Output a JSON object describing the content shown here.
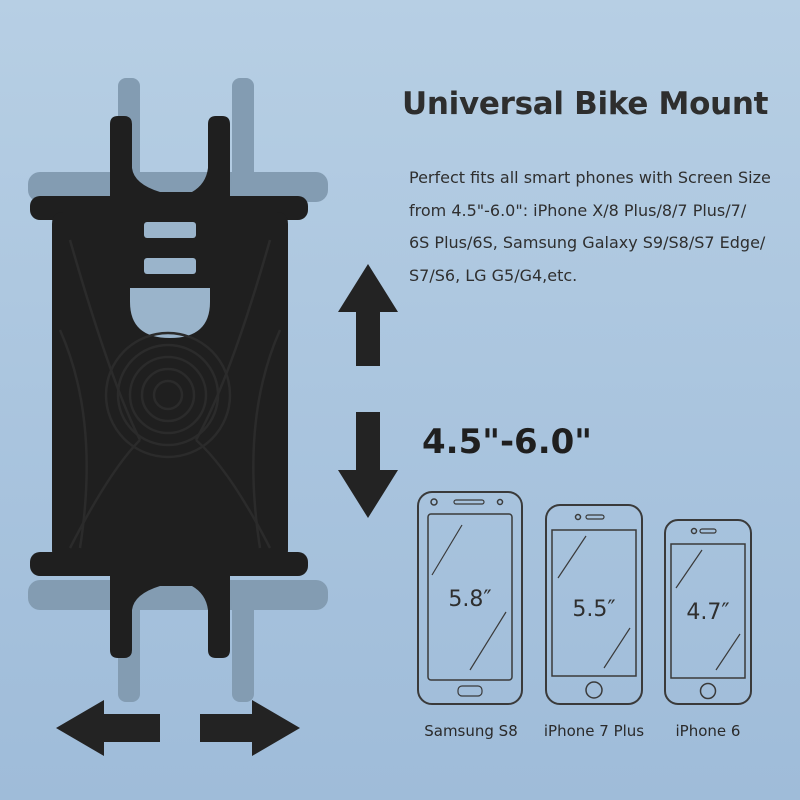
{
  "title": "Universal Bike Mount",
  "description_lines": [
    "Perfect fits all smart phones with Screen Size",
    "from 4.5\"-6.0\": iPhone X/8 Plus/8/7 Plus/7/",
    "6S Plus/6S, Samsung Galaxy S9/S8/S7 Edge/",
    "S7/S6, LG G5/G4,etc."
  ],
  "size_range": "4.5\"-6.0\"",
  "phones": [
    {
      "model": "Samsung S8",
      "screen_size": "5.8″",
      "icon": "android-phone-icon"
    },
    {
      "model": "iPhone 7 Plus",
      "screen_size": "5.5″",
      "icon": "iphone-icon"
    },
    {
      "model": "iPhone 6",
      "screen_size": "4.7″",
      "icon": "iphone-icon"
    }
  ],
  "colors": {
    "background": "#aac5df",
    "mount_black": "#1e1e1e",
    "mount_ghost": "#7f98ae",
    "arrow": "#232323",
    "outline": "#3a3a3a"
  },
  "icons": [
    "up-arrow-icon",
    "down-arrow-icon",
    "left-arrow-icon",
    "right-arrow-icon",
    "silicone-bike-mount-image"
  ]
}
